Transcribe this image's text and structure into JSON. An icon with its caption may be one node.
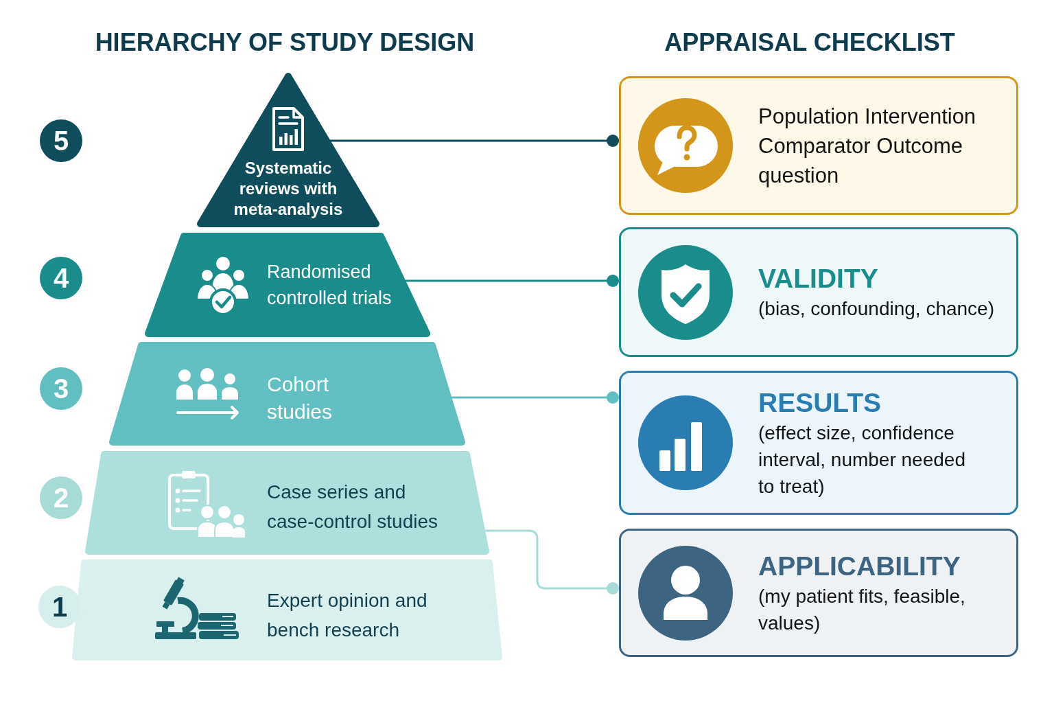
{
  "diagram": {
    "nodes": [
      {
        "text": [
          "5"
        ]
      },
      {
        "text": [
          "Systematic reviews with meta-analysis"
        ]
      },
      {
        "text": [
          "Population Intervention Comparator Outcome question"
        ]
      },
      {
        "text": [
          "4"
        ]
      },
      {
        "text": [
          "Randomised controlled trials"
        ]
      },
      {
        "text": [
          "VALIDITY",
          "(bias, confounding, chance)"
        ]
      },
      {
        "text": [
          "3"
        ]
      },
      {
        "text": [
          "Cohort studies"
        ]
      },
      {
        "text": [
          "RESULTS",
          "(effect size, confidence interval, number needed to treat)"
        ]
      },
      {
        "text": [
          "2"
        ]
      },
      {
        "text": [
          "Case series and case-control studies"
        ]
      },
      {
        "text": [
          "APPLICABILITY",
          "(my patient fits, feasible, values)"
        ]
      },
      {
        "text": [
          "1"
        ]
      },
      {
        "text": [
          "Expert opinion and bench research"
        ]
      }
    ],
    "edges": [
      {
        "from": 1,
        "to": 2,
        "arrow": "other",
        "color": "#0f4c5c"
      },
      {
        "from": 4,
        "to": 5,
        "arrow": "other",
        "color": "#1a8c8c"
      },
      {
        "from": 7,
        "to": 8,
        "arrow": "other",
        "color": "#62bfc1"
      },
      {
        "from": 10,
        "to": 11,
        "arrow": "other",
        "color": "#a6dbd8"
      }
    ],
    "labels": [
      "HIERARCHY OF STUDY DESIGN",
      "APPRAISAL CHECKLIST"
    ]
  }
}
